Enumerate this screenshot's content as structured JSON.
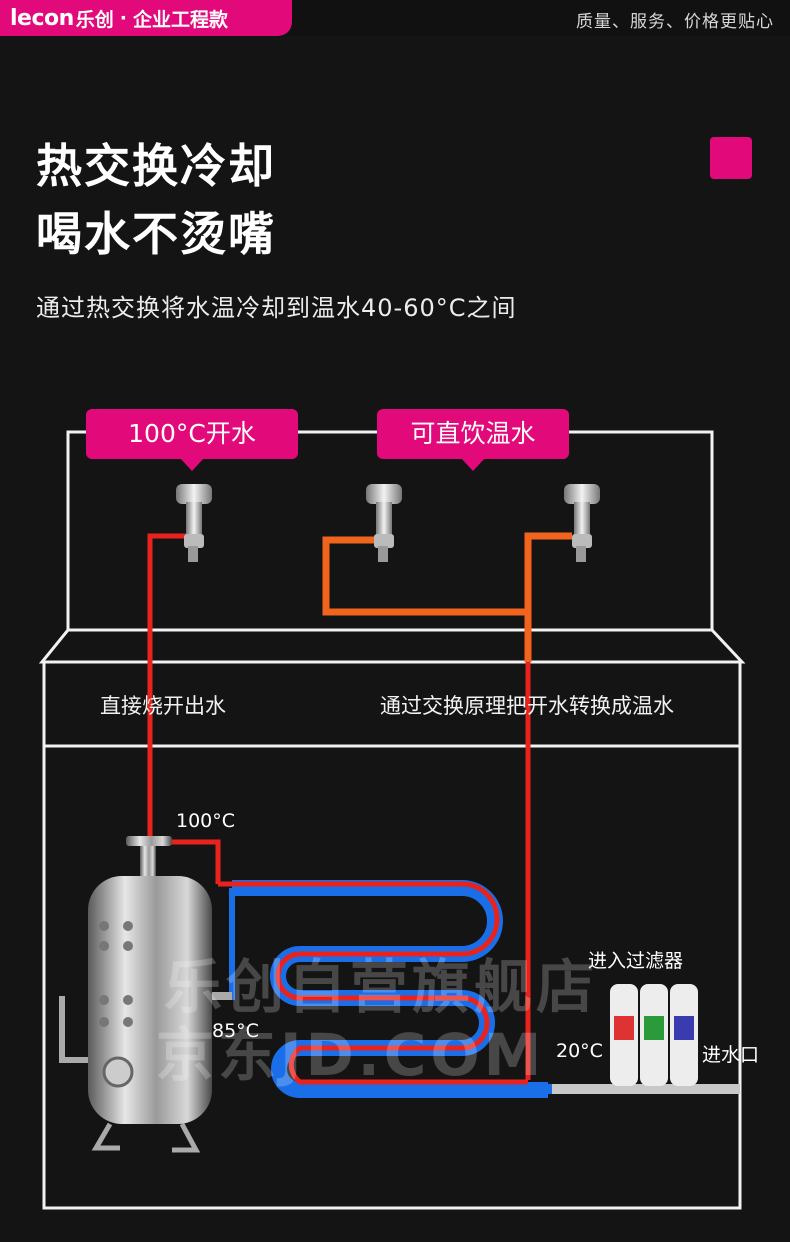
{
  "header": {
    "logo": "lecon",
    "logo_cn": "乐创",
    "separator": "·",
    "edition": "企业工程款",
    "slogan": "质量、服务、价格更贴心"
  },
  "hero": {
    "title_line1": "热交换冷却",
    "title_line2": "喝水不烫嘴",
    "subtitle": "通过热交换将水温冷却到温水40-60°C之间"
  },
  "diagram": {
    "tag_boiling": "100°C开水",
    "tag_warm": "可直饮温水",
    "label_direct": "直接烧开出水",
    "label_exchange": "通过交换原理把开水转换成温水",
    "temp_100": "100°C",
    "temp_85": "85°C",
    "temp_20": "20°C",
    "filter_label": "进入过滤器",
    "inlet_label": "进水口",
    "watermark_1": "乐创自营旗舰店",
    "watermark_2": "京东JD.COM"
  },
  "colors": {
    "accent": "#e20a7a",
    "hot_pipe": "#e8231e",
    "warm_pipe": "#f0641e",
    "cold_pipe": "#1a6ee8",
    "background": "#141414"
  }
}
